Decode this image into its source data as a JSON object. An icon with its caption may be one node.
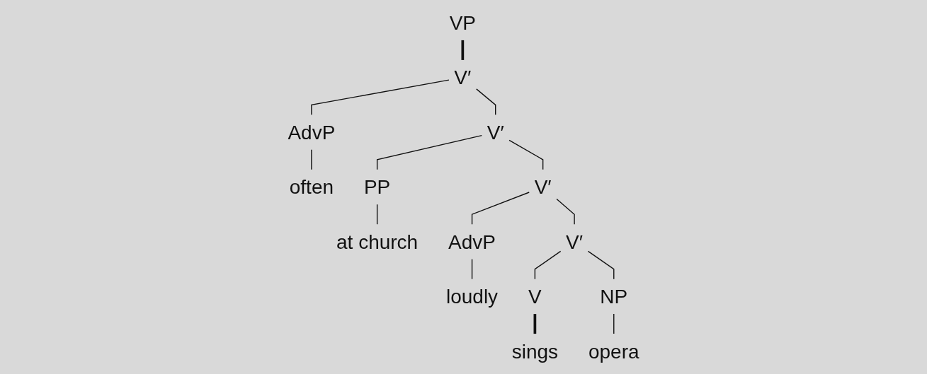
{
  "diagram": {
    "nodes": [
      {
        "text": [
          "VP"
        ]
      },
      {
        "text": [
          "V′"
        ]
      },
      {
        "text": [
          "AdvP"
        ]
      },
      {
        "text": [
          "often"
        ]
      },
      {
        "text": [
          "V′"
        ]
      },
      {
        "text": [
          "V′"
        ]
      },
      {
        "text": [
          "PP"
        ]
      },
      {
        "text": [
          "at church"
        ]
      },
      {
        "text": [
          "V′"
        ]
      },
      {
        "text": [
          "AdvP"
        ]
      },
      {
        "text": [
          "loudly"
        ]
      },
      {
        "text": [
          "V"
        ]
      },
      {
        "text": [
          "NP"
        ]
      },
      {
        "text": [
          "sings"
        ]
      },
      {
        "text": [
          "opera"
        ]
      }
    ],
    "edges": [
      {
        "from": 0,
        "to": 1,
        "arrow": "none",
        "style": "thick"
      },
      {
        "from": 1,
        "to": 2,
        "arrow": "none"
      },
      {
        "from": 1,
        "to": 4,
        "arrow": "none"
      },
      {
        "from": 2,
        "to": 3,
        "arrow": "none"
      },
      {
        "from": 4,
        "to": 5,
        "arrow": "none"
      },
      {
        "from": 4,
        "to": 6,
        "arrow": "none"
      },
      {
        "from": 6,
        "to": 7,
        "arrow": "none"
      },
      {
        "from": 5,
        "to": 8,
        "arrow": "none"
      },
      {
        "from": 5,
        "to": 9,
        "arrow": "none"
      },
      {
        "from": 9,
        "to": 10,
        "arrow": "none"
      },
      {
        "from": 8,
        "to": 11,
        "arrow": "none"
      },
      {
        "from": 8,
        "to": 12,
        "arrow": "none"
      },
      {
        "from": 11,
        "to": 13,
        "arrow": "none",
        "style": "thick"
      },
      {
        "from": 12,
        "to": 14,
        "arrow": "none"
      }
    ]
  }
}
